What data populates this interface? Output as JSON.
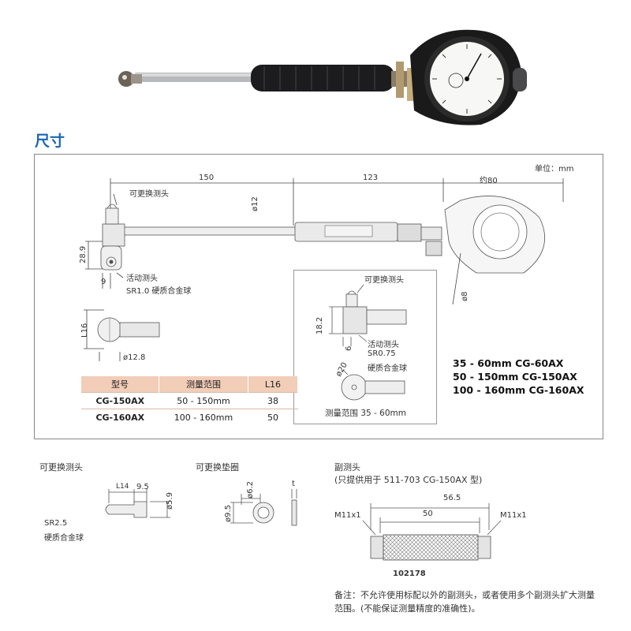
{
  "section_title": "尺寸",
  "unit_label": "单位：mm",
  "main": {
    "dim_150": "150",
    "dim_123": "123",
    "dim_approx80": "约80",
    "dim_phi12": "ø12",
    "dim_28_9": "28.9",
    "dim_9": "9",
    "dim_phi8": "ø8",
    "dim_L16": "L16",
    "dim_phi12_8": "ø12.8",
    "label_replace_head": "可更换测头",
    "label_active_head": "活动测头",
    "label_sr": "SR1.0 硬质合金球"
  },
  "inset": {
    "label_replace_head": "可更换测头",
    "dim_18_2": "18.2",
    "dim_6": "6",
    "label_active_head": "活动测头",
    "label_sr": "SR0.75",
    "label_carbide": "硬质合金球",
    "dim_phi20": "ø20",
    "range_label": "测量范围 35 - 60mm"
  },
  "models": [
    "35 - 60mm  CG-60AX",
    "50 - 150mm  CG-150AX",
    "100 - 160mm  CG-160AX"
  ],
  "table": {
    "headers": [
      "型号",
      "测量范围",
      "L16"
    ],
    "rows": [
      [
        "CG-150AX",
        "50 - 150mm",
        "38"
      ],
      [
        "CG-160AX",
        "100 - 160mm",
        "50"
      ]
    ]
  },
  "bottom": {
    "probe_title": "可更换测头",
    "probe_L14": "L14",
    "probe_9_5": "9.5",
    "probe_phi5_9": "ø5.9",
    "probe_sr": "SR2.5",
    "probe_carbide": "硬质合金球",
    "washer_title": "可更换垫圈",
    "washer_phi6_2": "ø6.2",
    "washer_phi9_5": "ø9.5",
    "washer_t": "t",
    "aux_title": "副测头",
    "aux_subtitle": "(只提供用于 511-703  CG-150AX 型)",
    "aux_56_5": "56.5",
    "aux_50": "50",
    "aux_m11_left": "M11x1",
    "aux_m11_right": "M11x1",
    "aux_part": "102178"
  },
  "note": "备注：不允许使用标配以外的副测头，或者使用多个副测头扩大测量范围。(不能保证测量精度的准确性)。"
}
